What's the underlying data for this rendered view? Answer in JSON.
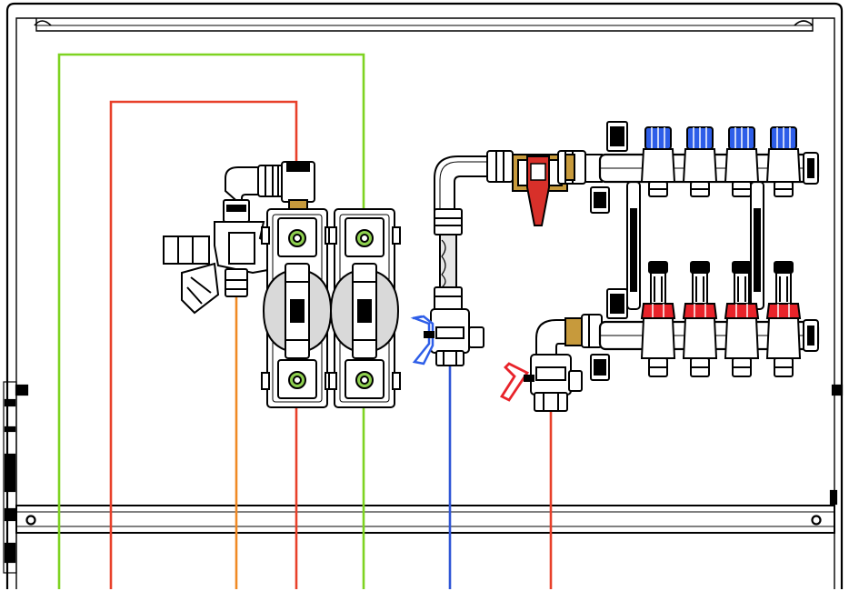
{
  "diagram": {
    "labels": [],
    "colors": {
      "outline": "#000000",
      "background": "#ffffff",
      "flow_green": "#7ed321",
      "flow_red": "#e8402a",
      "flow_orange": "#f08a24",
      "flow_blue": "#2f56d6",
      "cap_blue": "#2e5ee8",
      "cap_red": "#e8232a",
      "brass": "#c79a3c",
      "gauge_red": "#d8302a",
      "pipe_light": "#e6e6e6",
      "pump_body": "#d9d9d9",
      "green_port": "#8fd14f"
    },
    "components": {
      "cabinet": "cabinet-frame",
      "mixing_group": "mixing-valve-assembly",
      "pumps": [
        "pump-unit-1",
        "pump-unit-2"
      ],
      "supply_ball_valve": "blue-handle-ball-valve",
      "return_ball_valve": "red-handle-ball-valve",
      "manifold_supply": "supply-manifold",
      "manifold_return": "return-manifold",
      "flowmeters": 4,
      "circuits": 4
    }
  }
}
